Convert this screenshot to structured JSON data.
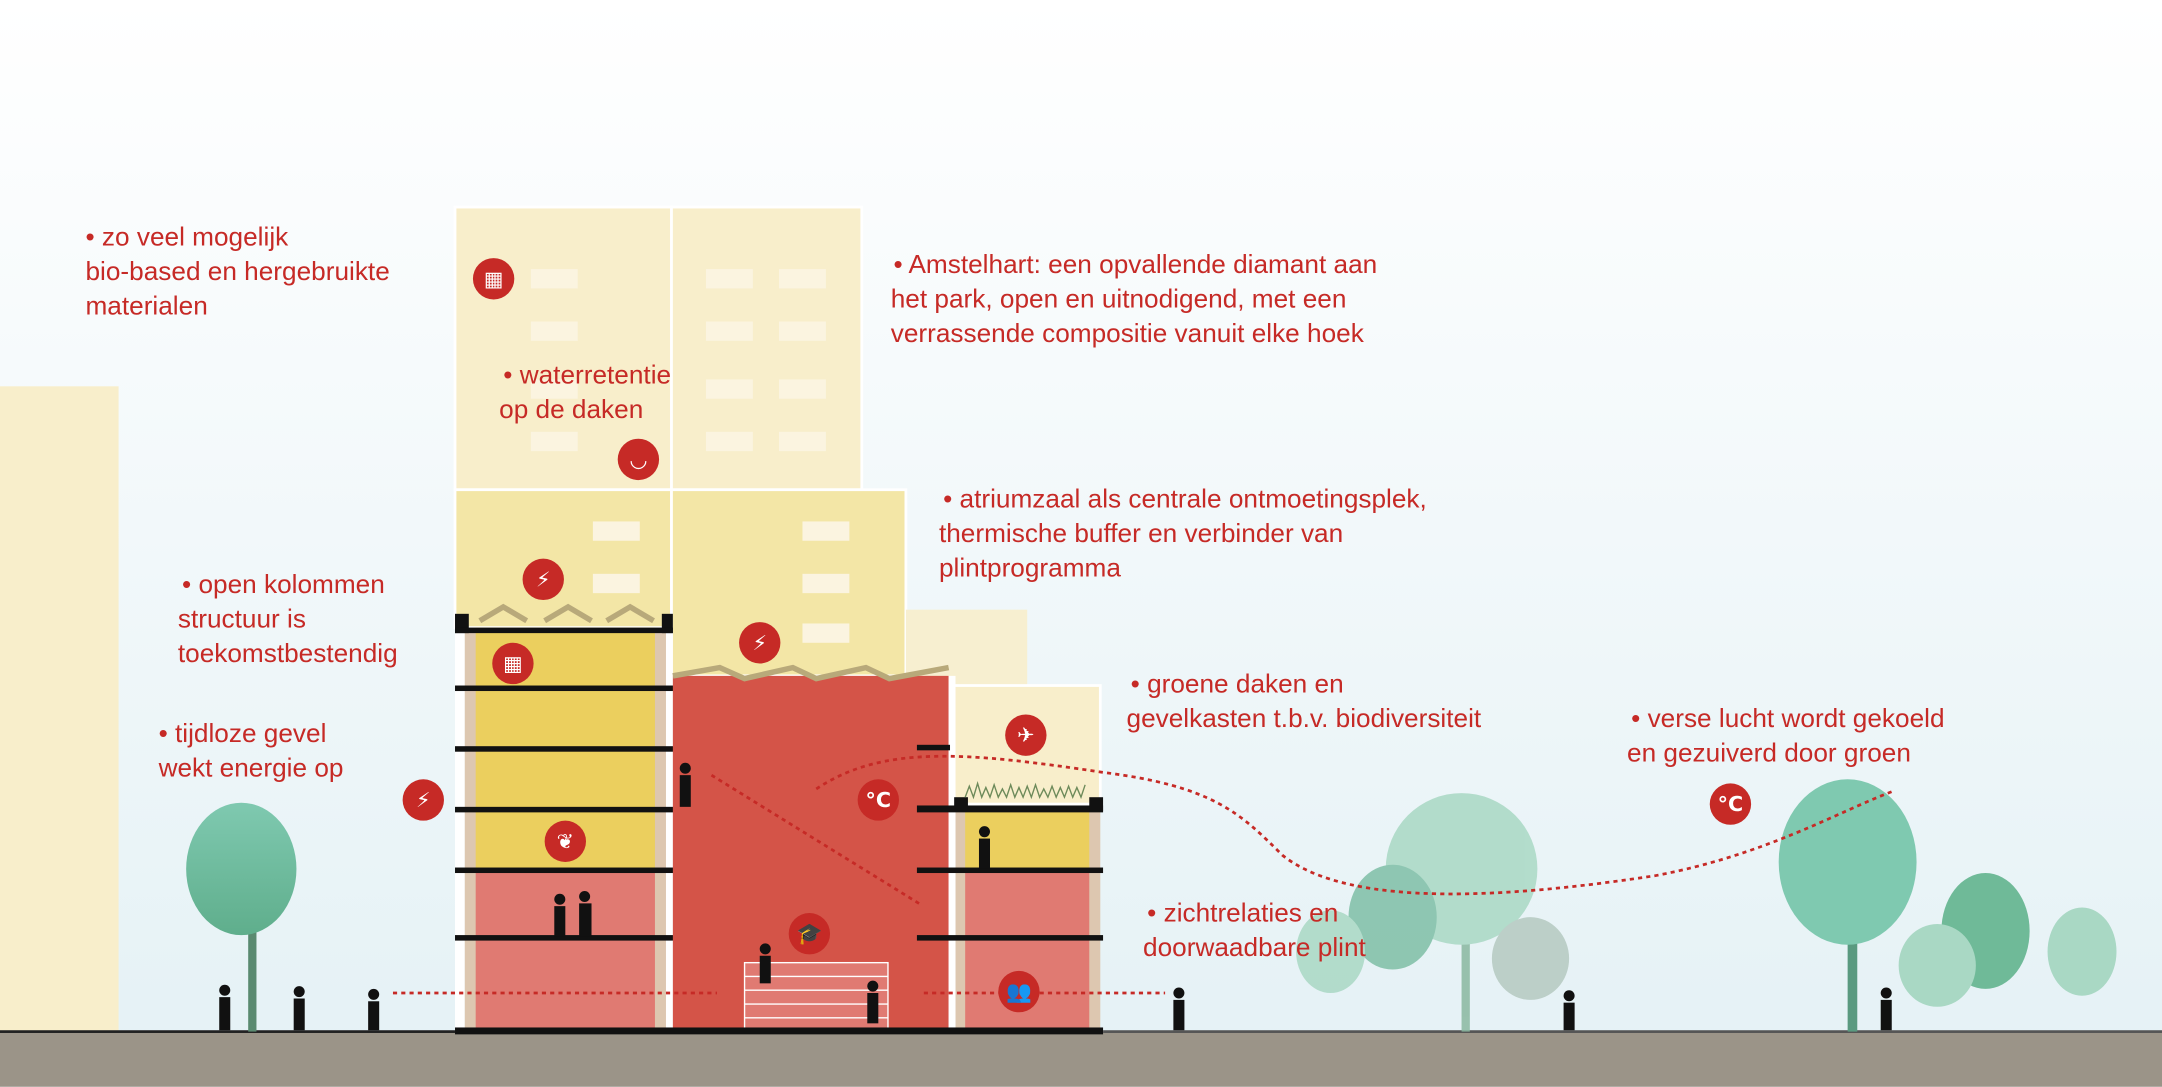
{
  "labels": {
    "materials": [
      "• zo veel mogelijk",
      "bio-based en hergebruikte",
      "materialen"
    ],
    "water": [
      "• waterretentie",
      "op de daken"
    ],
    "amstelhart": [
      "• Amstelhart: een opvallende diamant aan",
      "het park, open en uitnodigend, met een",
      "verrassende compositie vanuit elke hoek"
    ],
    "atrium": [
      "• atriumzaal als centrale ontmoetingsplek,",
      "thermische buffer en verbinder van",
      "plintprogramma"
    ],
    "columns": [
      "• open kolommen",
      "structuur is",
      "toekomstbestendig"
    ],
    "green_roofs": [
      "• groene daken en",
      "gevelkasten t.b.v. biodiversiteit"
    ],
    "fresh_air": [
      "• verse lucht wordt gekoeld",
      "en gezuiverd door groen"
    ],
    "facade": [
      "• tijdloze gevel",
      "wekt energie op"
    ],
    "sightlines": [
      "• zichtrelaties en",
      "doorwaadbare plint"
    ]
  },
  "icons": {
    "materials": "grid-material-icon",
    "water": "water-basin-icon",
    "energy": "lightning-icon",
    "leaf": "leaf-icon",
    "temperature": "celsius-icon",
    "bird": "bird-icon",
    "education": "graduation-cap-icon",
    "people": "people-icon",
    "celsius_text": "°C"
  },
  "colors": {
    "accent": "#c62a26",
    "atrium": "#d45448",
    "floor_yellow": "#ebcf5e",
    "floor_salmon": "#e07a72",
    "cream": "#f8eecb",
    "ground": "#9b9488"
  }
}
